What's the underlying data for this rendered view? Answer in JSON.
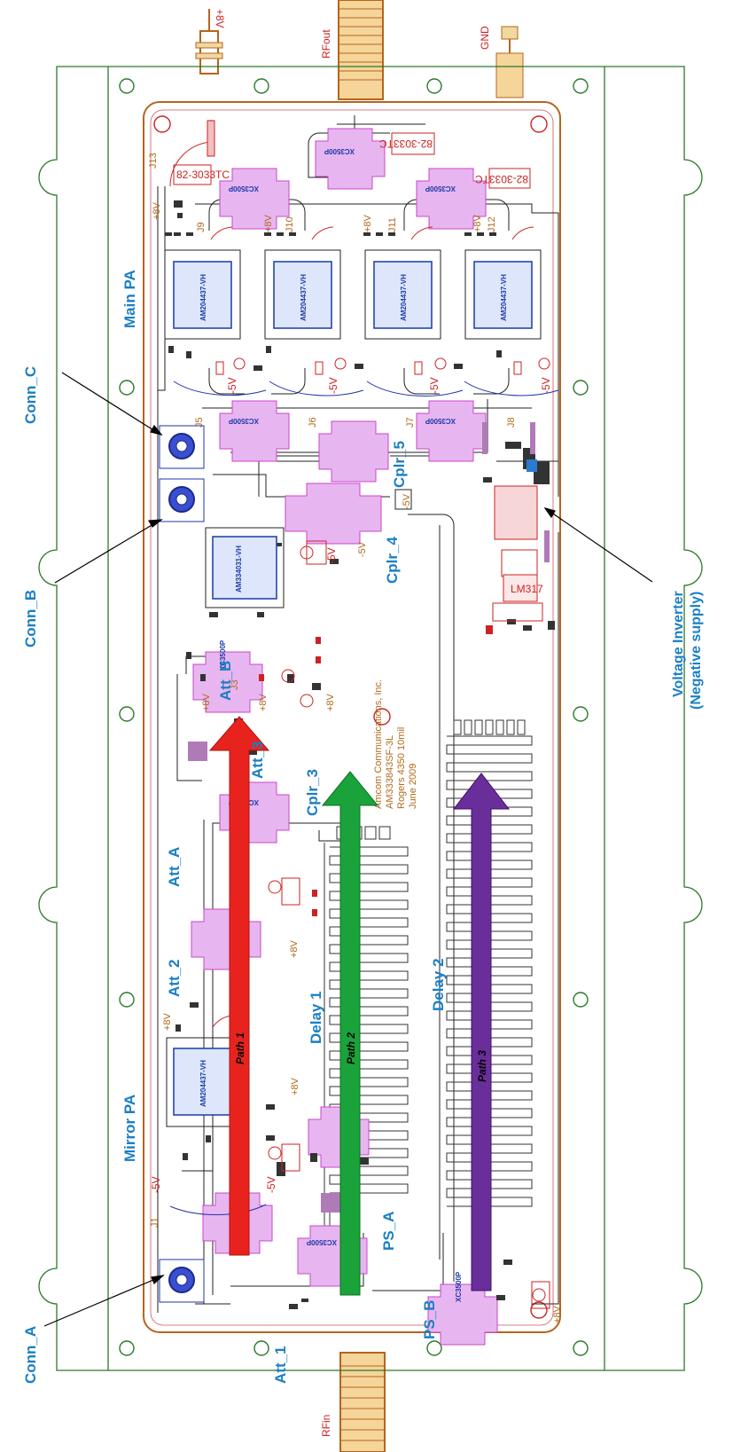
{
  "connectors": {
    "top_v": "+8V",
    "top_rf": "RFout",
    "top_gnd": "GND",
    "bottom_rf": "RFin"
  },
  "labels": {
    "main_pa": "Main PA",
    "mirror_pa": "Mirror PA",
    "conn_a": "Conn_A",
    "conn_b": "Conn_B",
    "conn_c": "Conn_C",
    "att_1": "Att_1",
    "att_2": "Att_2",
    "att_3": "Att_3",
    "att_a": "Att_A",
    "att_b": "Att_B",
    "cplr_3": "Cplr_3",
    "cplr_4": "Cplr_4",
    "cplr_5": "Cplr_5",
    "delay_1": "Delay 1",
    "delay_2": "Delay 2",
    "ps_a": "PS_A",
    "ps_b": "PS_B",
    "voltage_inverter_1": "Voltage Inverter",
    "voltage_inverter_2": "(Negative supply)"
  },
  "paths": {
    "path_1": "Path 1",
    "path_2": "Path 2",
    "path_3": "Path 3"
  },
  "board_note": {
    "line1": "Amcom Communications, Inc.",
    "line2": "AM333843SF-3L",
    "line3": "Rogers 4350 10mil",
    "line4": "June 2009"
  },
  "parts": {
    "chip_main": "AM204437-VH",
    "chip_driver": "AM334031-VH",
    "coupler": "XC3500P",
    "combiner": "82-3033TC",
    "reg": "LM317",
    "plus8": "+8V",
    "minus5": "-5V",
    "j1": "J1",
    "j5": "J5",
    "j6": "J6",
    "j7": "J7",
    "j8": "J8",
    "j9": "J9",
    "j10": "J10",
    "j11": "J11",
    "j12": "J12",
    "j13": "J13",
    "j3": "J3"
  },
  "colors": {
    "board_outline": "#2b7a2b",
    "copper": "#b5651d",
    "pad": "#cc44cc",
    "label": "#1a7fc4",
    "path_1": "#e8231e",
    "path_2": "#1aa33a",
    "path_3": "#6a2e9a"
  }
}
